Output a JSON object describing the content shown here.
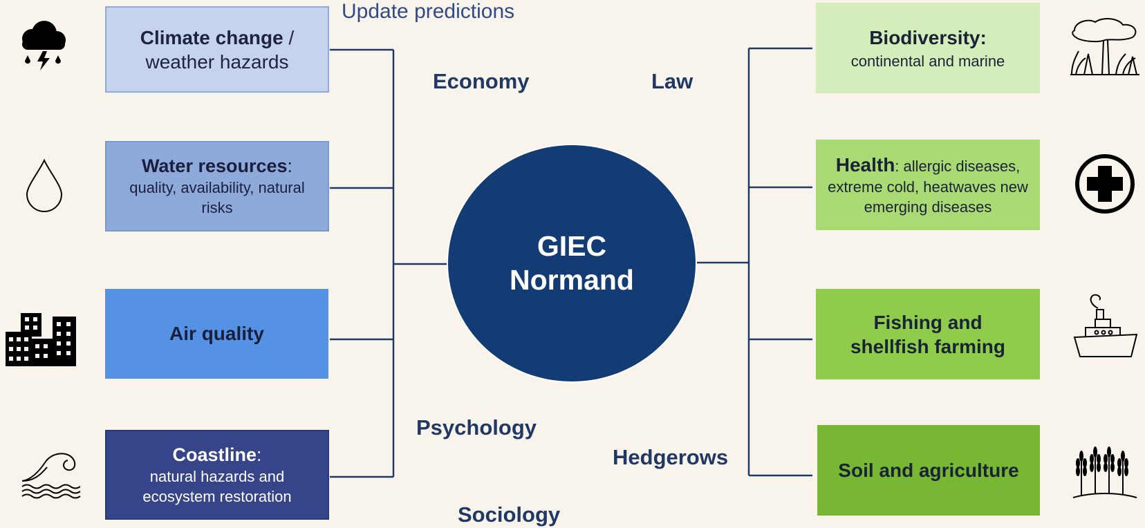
{
  "header": {
    "update_label": "Update predictions"
  },
  "center": {
    "line1": "GIEC",
    "line2": "Normand"
  },
  "disciplines": {
    "economy": "Economy",
    "law": "Law",
    "psychology": "Psychology",
    "hedgerows": "Hedgerows",
    "sociology": "Sociology"
  },
  "left_boxes": {
    "climate": {
      "title": "Climate change",
      "sep": " /",
      "rest": "weather hazards",
      "color": "#c5d3ef"
    },
    "water": {
      "title": "Water resources",
      "sep": ":",
      "rest": "quality, availability, natural risks",
      "color": "#8eaadb"
    },
    "air": {
      "title": "Air quality",
      "color": "#5592e3"
    },
    "coast": {
      "title": "Coastline",
      "sep": ":",
      "rest": "natural hazards and ecosystem restoration",
      "color": "#36458a"
    }
  },
  "right_boxes": {
    "biodiversity": {
      "title": "Biodiversity:",
      "rest": "continental and marine",
      "color": "#d4edbb"
    },
    "health": {
      "title": "Health",
      "rest": ": allergic diseases, extreme cold, heatwaves new emerging diseases",
      "color": "#a9da73"
    },
    "fishing": {
      "title": "Fishing and shellfish farming",
      "color": "#8fcc4c"
    },
    "soil": {
      "title": "Soil and agriculture",
      "color": "#77b734"
    }
  },
  "colors": {
    "line": "#1f3864",
    "navy": "#133c74"
  },
  "icons": [
    "storm-cloud-icon",
    "water-drop-icon",
    "city-buildings-icon",
    "wave-icon",
    "forest-icon",
    "medical-cross-icon",
    "ship-icon",
    "wheat-icon"
  ]
}
